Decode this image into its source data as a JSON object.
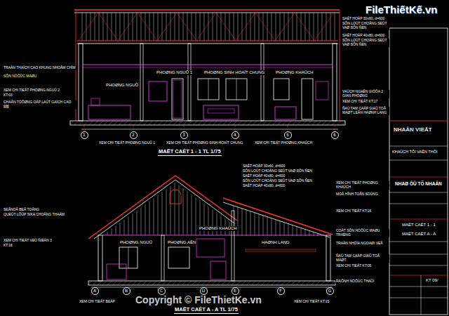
{
  "diagram": {
    "nodes": [
      {
        "text": [
          "1"
        ]
      },
      {
        "text": [
          "2"
        ]
      },
      {
        "text": [
          "3"
        ]
      },
      {
        "text": [
          "4"
        ]
      },
      {
        "text": [
          "5"
        ]
      },
      {
        "text": [
          "6"
        ]
      },
      {
        "text": [
          "A"
        ]
      },
      {
        "text": [
          "B"
        ]
      },
      {
        "text": [
          "C"
        ]
      },
      {
        "text": [
          "D"
        ]
      },
      {
        "text": [
          "E"
        ]
      },
      {
        "text": [
          "F"
        ]
      },
      {
        "text": [
          "G"
        ]
      }
    ],
    "labels": [
      "PHOØNG NGUÛ 1",
      "PHOØNG SINH HOAÏT CHUNG",
      "PHOØNG KHAÙCH",
      "PHOØNG NGUÛ",
      "TRAÀN THAÏCH CAO KHUNG NHOÂM CHÌM",
      "SÔN NÖÔÙC MAØU",
      "XEM CHI TIEÁT PHOØNG NGUÛ 2",
      "KT:03",
      "CHAÂN TÖÔØNG OÁP LAÙT GAÏCH CAO 150",
      "MB",
      "SAÉT HOÄP 30x60, d=600",
      "SÔN LOÙT CHOÁNG SEÙT VAØ SÔN ÑEN",
      "SAÉT HOÄP 40x80, d=600",
      "SÔN LOÙT CHOÁNG SEÙT VAØ SÔN ÑEN",
      "VAÙCH NGAÊN GIÖÕA 2 GIAN PHOØNG",
      "XEM CHI TIEÁT KT:17",
      "ÑAÙ TAM CAÁP GIAÛ TOÂ MAØT LEÂN HAØNH LANG",
      "XEM CHI TIEÁT PHOØNG NGUÛ 1",
      "XEM CHI TIEÁT PHOØNG SINH HOAÏT CHUNG",
      "XEM CHI TIEÁT PHOØNG KHAÙCH",
      "MAËT CAÉT 1 - 1 TL 1/75",
      "PHOØNG NGUÛ",
      "PHOØNG AÊN",
      "PHOØNG KHAÙCH",
      "HAØNH LANG",
      "SAÉT HOÄP 30x60, d=600",
      "SÔN LOÙT CHOÁNG SEÙT VAØ SÔN ÑEN",
      "SAÉT HOÄP 40x80, d=600",
      "SÔN LOÙT CHOÁNG SEÙT VAØ SÔN ÑEN",
      "SAÉT HOÄP 40x80, d=600",
      "XEM CHI TIEÁT PHOØNG KHAÙCH",
      "MOÂ HÌNH TOÂN SOÙNG",
      "XEM CHI TIEÁT KT:16",
      "COÄT SÔN NÖÔÙC MAØU TRAÉNG",
      "TRAÀN NHÖÏA NGOAØI VEÂ",
      "ÑAÙ TAM CAÁP GIAÛ TOÂ MAØT",
      "XEM CHI TIEÁT KT:05",
      "RAÕNH NÖÔÙC THAÛI",
      "SEÂNOÂ BEÂ TOÂNG",
      "QUEÙT LÔÙP SIKA CHOÁNG THAÁM",
      "XEM CHI TIEÁT VEÙ ÑIEÄN 3",
      "KT:16",
      "XEM CHI TIEÁT BEÁP",
      "XEM CHI TIEÁT KT:15",
      "MAËT CAÉT A - A TL 1/75",
      "Copyright © FileThietKe.vn",
      "FileThiếtKế.vn",
      "NHAÂN VIEÄT",
      "KHAÙCH TÔI VAÊN THÔI",
      "NHAØ ÔÛ TÖ NHAÂN",
      "MAËT CAÉT 1 - 1",
      "MAËT CAÉT A - A",
      "KT 09/"
    ]
  }
}
